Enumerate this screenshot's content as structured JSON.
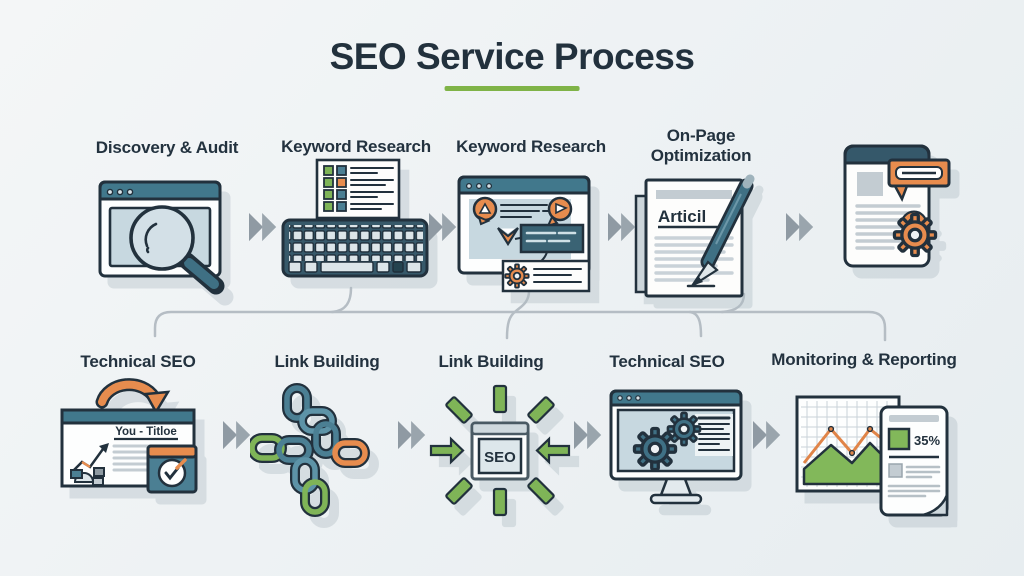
{
  "title": "SEO Service Process",
  "accent_color": "#7fb347",
  "colors": {
    "outline": "#22313d",
    "teal_header": "#41788c",
    "teal_dark": "#3f7084",
    "panel_blue": "#c7d8e0",
    "orange": "#e78c4e",
    "green": "#7fb457",
    "arrow_gray": "#9aa5ad",
    "connector_gray": "#b5bdc4"
  },
  "rows": {
    "top": {
      "steps": [
        {
          "label": "Discovery & Audit",
          "icon": "browser-magnifier-icon"
        },
        {
          "label": "Keyword Research",
          "icon": "keyboard-keyword-list-icon"
        },
        {
          "label": "Keyword Research",
          "icon": "browser-chat-research-icon"
        },
        {
          "label": "On-Page Optimization",
          "icon": "article-pen-icon"
        },
        {
          "label": "",
          "icon": "page-gear-icon"
        }
      ]
    },
    "bottom": {
      "steps": [
        {
          "label": "Technical SEO",
          "icon": "browser-redirect-icon"
        },
        {
          "label": "Link Building",
          "icon": "chain-links-icon"
        },
        {
          "label": "Link Building",
          "icon": "seo-inbound-arrows-icon"
        },
        {
          "label": "Technical SEO",
          "icon": "monitor-gears-icon"
        },
        {
          "label": "Monitoring & Reporting",
          "icon": "chart-report-icon"
        }
      ]
    }
  },
  "icon_texts": {
    "article_title": "Articil",
    "page_title": "You - Titloe",
    "seo_label": "SEO",
    "report_percent": "35%"
  }
}
